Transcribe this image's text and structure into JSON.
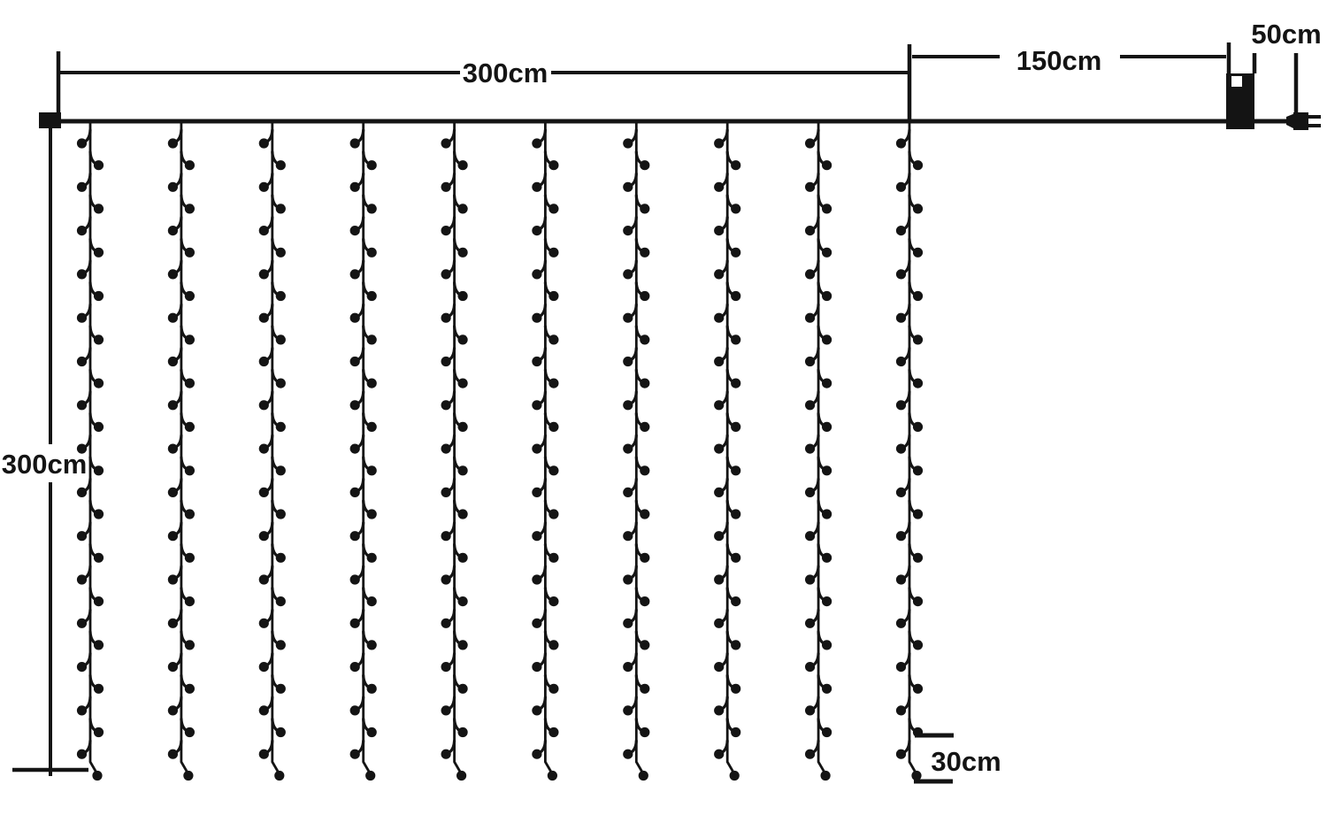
{
  "diagram": {
    "title": "LED curtain string lights dimension diagram",
    "background_color": "#ffffff",
    "line_color": "#141414",
    "labels": {
      "curtain_width": "300cm",
      "curtain_height": "300cm",
      "lead_wire": "150cm",
      "plug_wire": "50cm",
      "bulb_spacing": "30cm"
    },
    "strands": {
      "count": 10,
      "bulbs_per_strand": 30
    },
    "controller": {
      "body_color": "#141414",
      "button_color": "#ffffff"
    }
  }
}
